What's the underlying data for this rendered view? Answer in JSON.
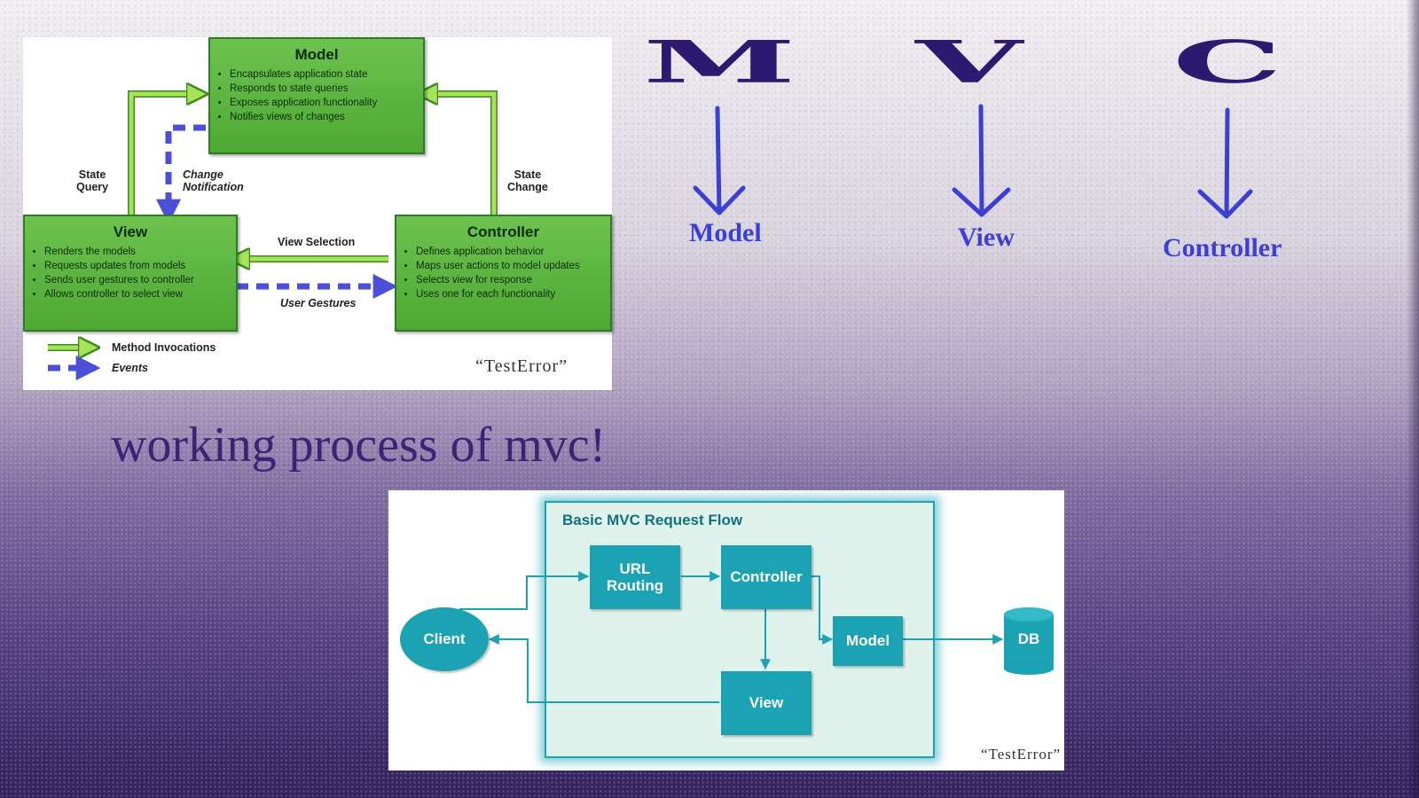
{
  "mvc_letters": {
    "m": {
      "letter": "M",
      "word": "Model"
    },
    "v": {
      "letter": "V",
      "word": "View"
    },
    "c": {
      "letter": "C",
      "word": "Controller"
    }
  },
  "tagline": "working process of mvc!",
  "diagram1": {
    "model": {
      "title": "Model",
      "items": [
        "Encapsulates application state",
        "Responds to state queries",
        "Exposes application functionality",
        "Notifies views of changes"
      ]
    },
    "view": {
      "title": "View",
      "items": [
        "Renders the models",
        "Requests updates from models",
        "Sends user gestures to controller",
        "Allows controller to select view"
      ]
    },
    "controller": {
      "title": "Controller",
      "items": [
        "Defines application behavior",
        "Maps user actions to model updates",
        "Selects view for response",
        "Uses one for each functionality"
      ]
    },
    "labels": {
      "state_query": "State\nQuery",
      "change_notification": "Change\nNotification",
      "state_change": "State\nChange",
      "view_selection": "View Selection",
      "user_gestures": "User Gestures"
    },
    "legend": {
      "method": "Method Invocations",
      "events": "Events"
    },
    "signature": "“TestError”"
  },
  "diagram2": {
    "title": "Basic MVC Request Flow",
    "client": "Client",
    "url_routing": "URL\nRouting",
    "controller": "Controller",
    "model": "Model",
    "view": "View",
    "db": "DB",
    "signature": "“TestError”"
  },
  "colors": {
    "green_box": "#4ea934",
    "arrow_blue": "#3b3fd3",
    "teal_box": "#1ba2b3",
    "dark_purple": "#2a1a72"
  }
}
